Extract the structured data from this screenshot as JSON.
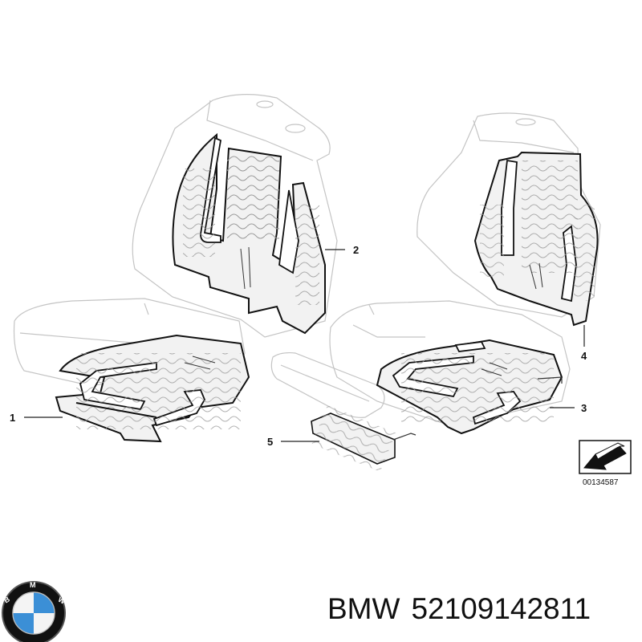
{
  "callouts": [
    {
      "id": "1",
      "label": "1"
    },
    {
      "id": "2",
      "label": "2"
    },
    {
      "id": "3",
      "label": "3"
    },
    {
      "id": "4",
      "label": "4"
    },
    {
      "id": "5",
      "label": "5"
    }
  ],
  "reference_code": "00134587",
  "footer": {
    "brand": "BMW",
    "part_number": "52109142811"
  },
  "logo": {
    "letters": "BMW",
    "colors": {
      "ring": "#111111",
      "blue": "#3b8fd6",
      "white": "#ffffff"
    }
  }
}
